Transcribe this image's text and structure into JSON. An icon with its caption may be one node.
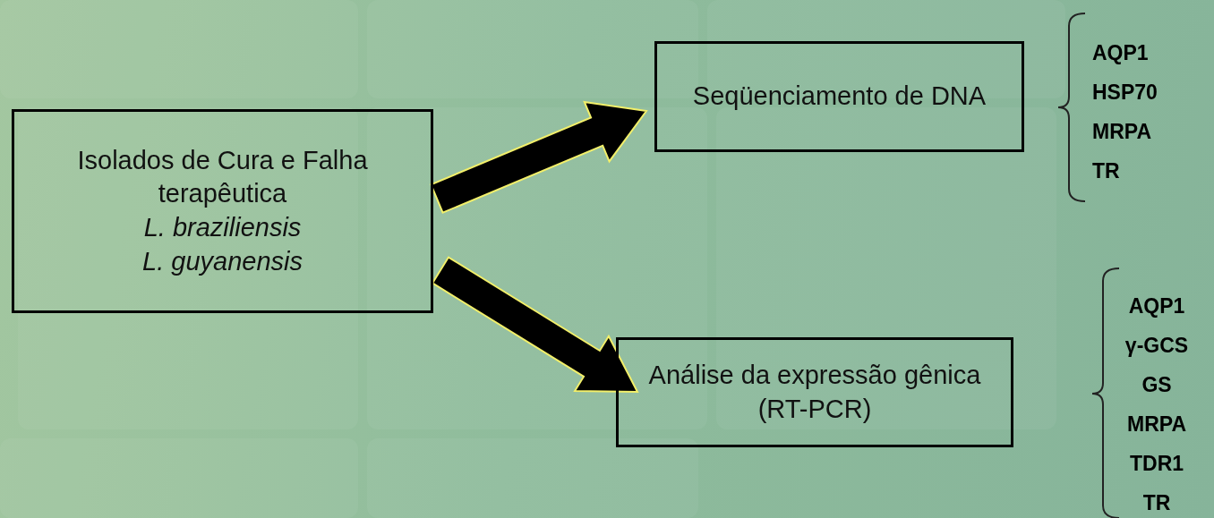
{
  "diagram": {
    "nodes": [
      {
        "text": [
          "Isolados de Cura e Falha terapêutica",
          "*L. braziliensis*",
          "*L. guyanensis*"
        ]
      },
      {
        "text": [
          "Seqüenciamento de DNA"
        ]
      },
      {
        "text": [
          "Análise da expressão gênica (RT-PCR)"
        ]
      }
    ],
    "edges": [
      {
        "from": 0,
        "to": 1,
        "arrow": "to",
        "style": "thick"
      },
      {
        "from": 0,
        "to": 2,
        "arrow": "to",
        "style": "thick"
      }
    ],
    "labels": [
      "AQP1",
      "HSP70",
      "MRPA",
      "TR",
      "AQP1",
      "γ-GCS",
      "GS",
      "MRPA",
      "TDR1",
      "TR"
    ]
  }
}
